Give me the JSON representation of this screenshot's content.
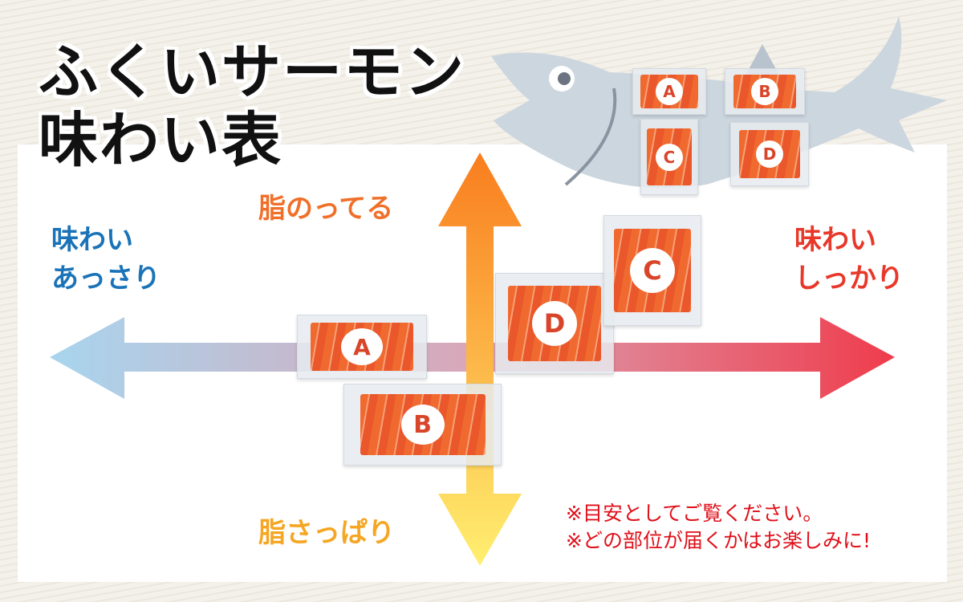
{
  "title": {
    "line1": "ふくいサーモン",
    "line2": "味わい表"
  },
  "axes": {
    "top": "脂のってる",
    "bottom": "脂さっぱり",
    "left": {
      "line1": "味わい",
      "line2": "あっさり"
    },
    "right": {
      "line1": "味わい",
      "line2": "しっかり"
    }
  },
  "packs": {
    "a": "A",
    "b": "B",
    "c": "C",
    "d": "D"
  },
  "notes": [
    "※目安としてご覧ください。",
    "※どの部位が届くかはお楽しみに!"
  ],
  "colors": {
    "left": "#1a73b8",
    "right": "#e8382a",
    "top": "#f0702a",
    "bottom": "#f5a623",
    "note": "#e0101a"
  }
}
